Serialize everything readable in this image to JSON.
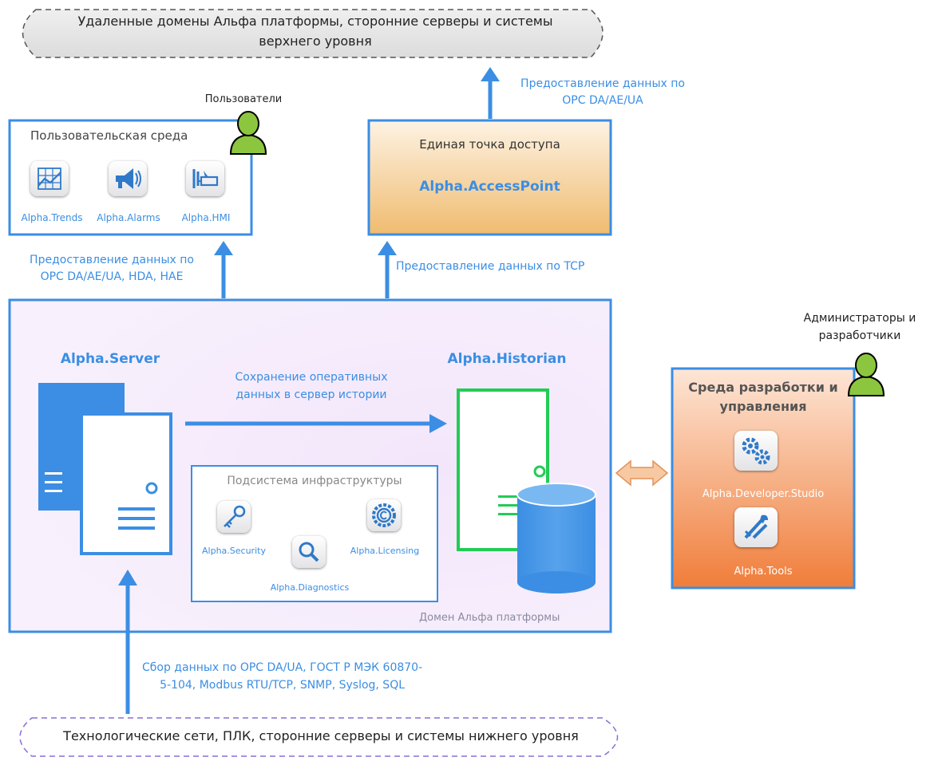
{
  "top_cloud": {
    "line1": "Удаленные домены Альфа платформы, сторонние серверы и системы",
    "line2": "верхнего уровня"
  },
  "bottom_cloud": {
    "text": "Технологические сети, ПЛК, сторонние серверы и системы нижнего уровня"
  },
  "users": {
    "label": "Пользователи",
    "env_title": "Пользовательская среда",
    "apps": [
      "Alpha.Trends",
      "Alpha.Alarms",
      "Alpha.HMI"
    ]
  },
  "access_point": {
    "title": "Единая точка доступа",
    "name": "Alpha.AccessPoint"
  },
  "arrows": {
    "up_opc_line1": "Предоставление данных по",
    "up_opc_line2": "OPC DA/AE/UA",
    "users_line1": "Предоставление данных по",
    "users_line2": "OPC DA/AE/UA, HDA, HAE",
    "tcp": "Предоставление данных по TCP",
    "save_line1": "Сохранение оперативных",
    "save_line2": "данных в сервер истории",
    "collect_line1": "Сбор данных по OPC DA/UA, ГОСТ Р МЭК 60870-",
    "collect_line2": "5-104, Modbus RTU/TCP, SNMP, Syslog, SQL"
  },
  "domain": {
    "server": "Alpha.Server",
    "historian": "Alpha.Historian",
    "footer": "Домен Альфа платформы",
    "infra_title": "Подсистема инфраструктуры",
    "infra_apps": [
      "Alpha.Security",
      "Alpha.Diagnostics",
      "Alpha.Licensing"
    ]
  },
  "admins": {
    "label_line1": "Администраторы и",
    "label_line2": "разработчики",
    "title_line1": "Среда разработки и",
    "title_line2": "управления",
    "apps": [
      "Alpha.Developer.Studio",
      "Alpha.Tools"
    ]
  },
  "colors": {
    "blue": "#3b8ee3",
    "green": "#22cc55",
    "user_green": "#8cc63f",
    "orange": "#f08a4b",
    "tan": "#f3c27e",
    "lavender": "#ead8f7"
  }
}
